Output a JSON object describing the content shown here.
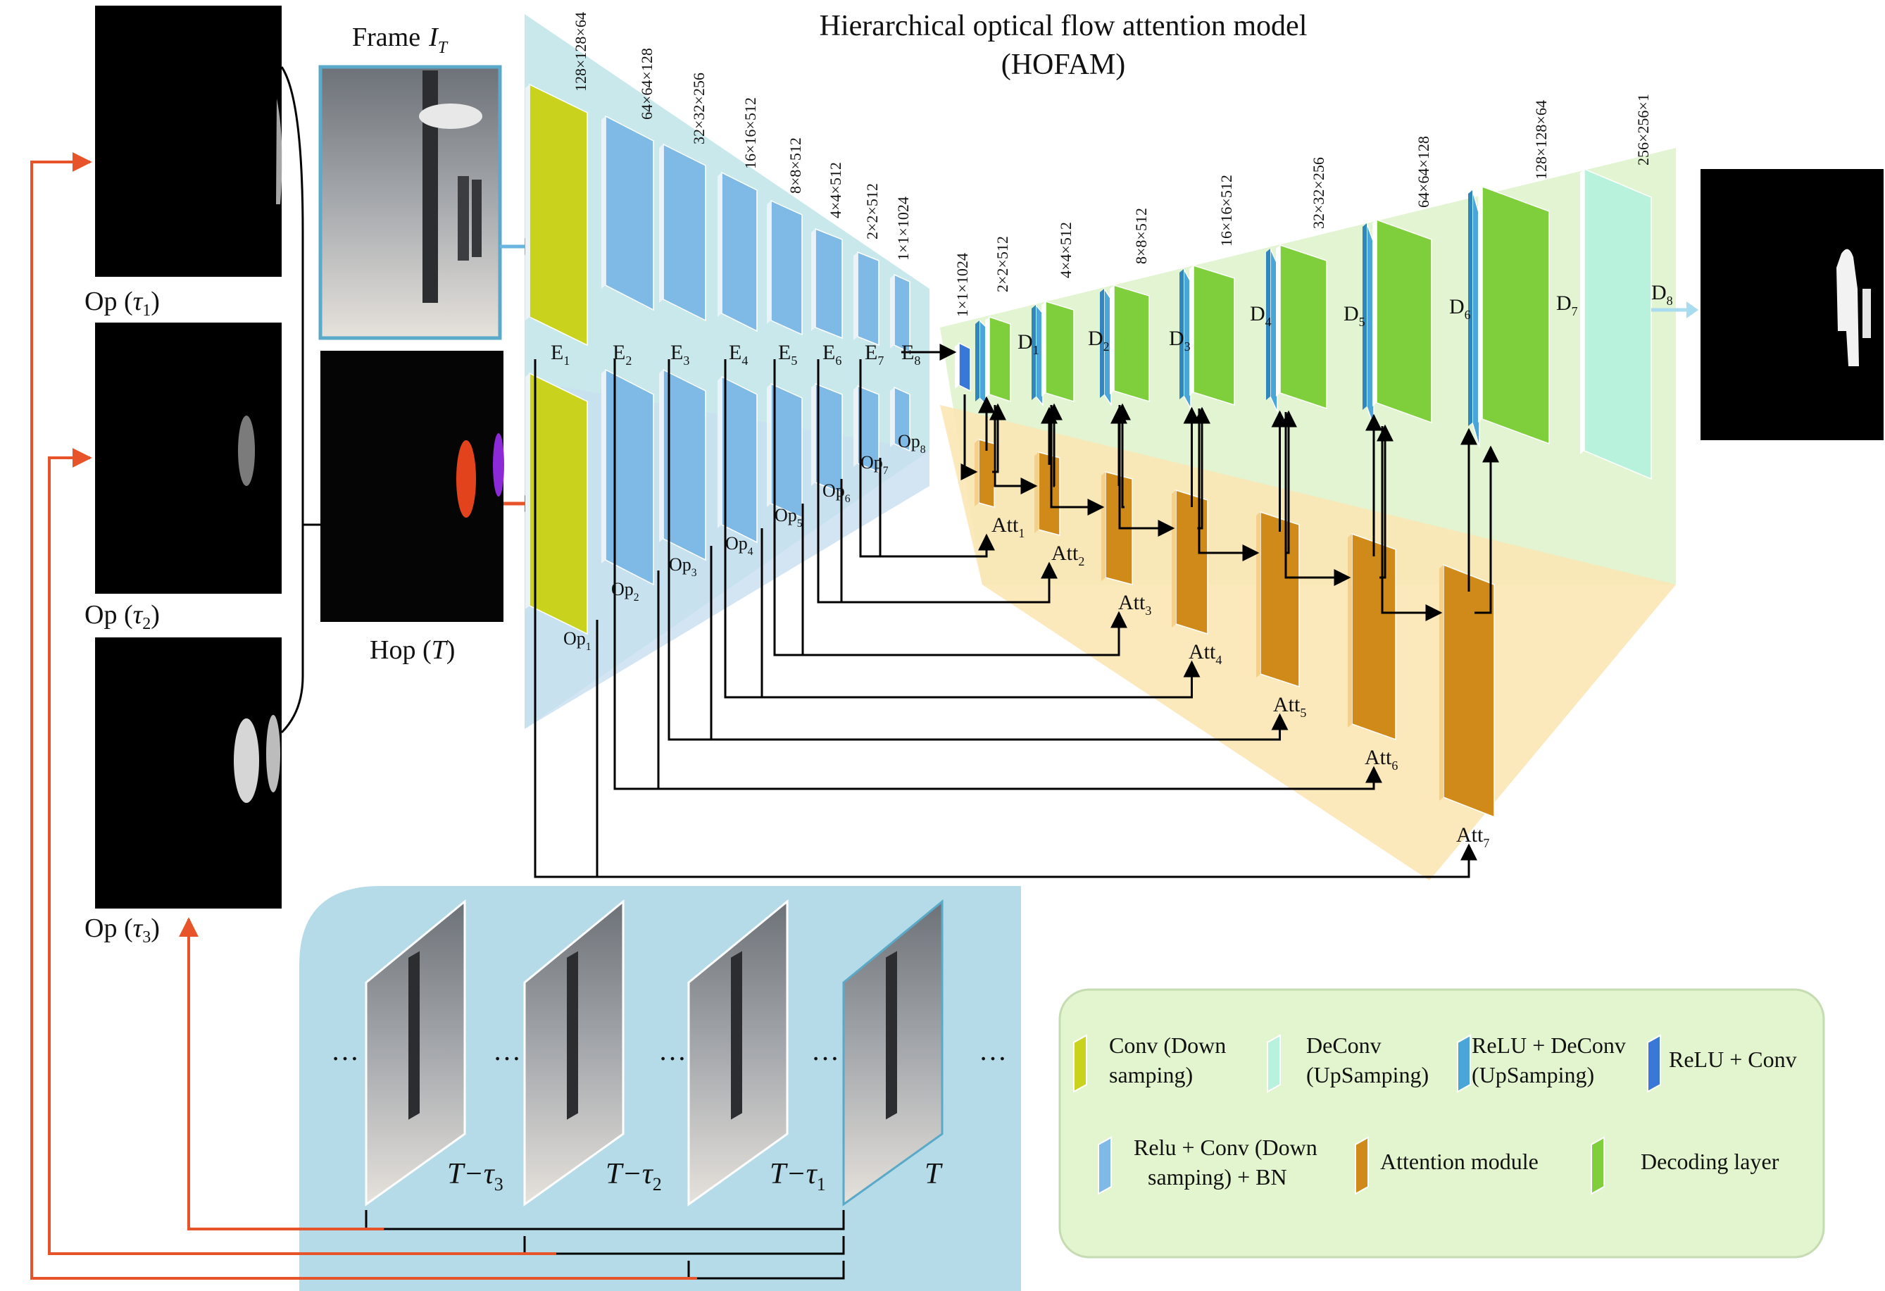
{
  "title": {
    "line1": "Hierarchical optical flow attention model",
    "line2": "(HOFAM)"
  },
  "inputs": {
    "frame_label": "Frame",
    "frame_sym": "I",
    "frame_sub": "T",
    "hop_label": "Hop (",
    "hop_sym": "T",
    "hop_close": ")"
  },
  "optical_flows": [
    {
      "prefix": "Op (",
      "sym": "τ",
      "sub": "1",
      "close": ")"
    },
    {
      "prefix": "Op (",
      "sym": "τ",
      "sub": "2",
      "close": ")"
    },
    {
      "prefix": "Op (",
      "sym": "τ",
      "sub": "3",
      "close": ")"
    }
  ],
  "encoder_dims": [
    "128×128×64",
    "64×64×128",
    "32×32×256",
    "16×16×512",
    "8×8×512",
    "4×4×512",
    "2×2×512",
    "1×1×1024"
  ],
  "encoder_labels": [
    "1",
    "2",
    "3",
    "4",
    "5",
    "6",
    "7",
    "8"
  ],
  "decoder_dims": [
    "1×1×1024",
    "2×2×512",
    "4×4×512",
    "8×8×512",
    "16×16×512",
    "32×32×256",
    "64×64×128",
    "128×128×64",
    "256×256×1"
  ],
  "decoder_labels": [
    "1",
    "2",
    "3",
    "4",
    "5",
    "6",
    "7",
    "8"
  ],
  "attention_labels": [
    "1",
    "2",
    "3",
    "4",
    "5",
    "6",
    "7"
  ],
  "letters": {
    "E": "E",
    "D": "D",
    "Op": "Op",
    "Att": "Att"
  },
  "sequence": {
    "dots": "…",
    "frames": [
      {
        "t": "T",
        "minus": "−",
        "tau": "τ",
        "sub": "3"
      },
      {
        "t": "T",
        "minus": "−",
        "tau": "τ",
        "sub": "2"
      },
      {
        "t": "T",
        "minus": "−",
        "tau": "τ",
        "sub": "1"
      },
      {
        "t": "T",
        "minus": "",
        "tau": "",
        "sub": ""
      }
    ]
  },
  "legend": {
    "items": [
      {
        "line1": "Conv (Down",
        "line2": "samping)",
        "color": "#c9d31e"
      },
      {
        "line1": "DeConv",
        "line2": "(UpSamping)",
        "color": "#b8f2dc"
      },
      {
        "line1": "ReLU + DeConv",
        "line2": "(UpSamping)",
        "color": "#4aa6d8"
      },
      {
        "line1": "ReLU + Conv",
        "line2": "",
        "color": "#3a78d8"
      },
      {
        "line1": "Relu + Conv (Down",
        "line2": "samping) + BN",
        "color": "#7fb9e6"
      },
      {
        "line1": "Attention module",
        "line2": "",
        "color": "#cf8a1a"
      },
      {
        "line1": "Decoding layer",
        "line2": "",
        "color": "#7fcf3c"
      }
    ]
  },
  "colors": {
    "conv_down": "#c9d31e",
    "encoder_blue": "#7fb9e6",
    "decoder_green": "#7fcf3c",
    "attention": "#cf8a1a",
    "deconv": "#b8f2dc",
    "relu_deconv": "#4aa6d8",
    "relu_conv": "#3a78d8",
    "orange_arrow": "#e8542a",
    "blue_arrow": "#6ab4e0",
    "panel_teal": "#bfe4e8",
    "panel_green": "#dff3cc",
    "panel_yellow": "#fbe6b4",
    "panel_seq": "#b5dbe8",
    "legend_bg": "#e3f5cf"
  }
}
